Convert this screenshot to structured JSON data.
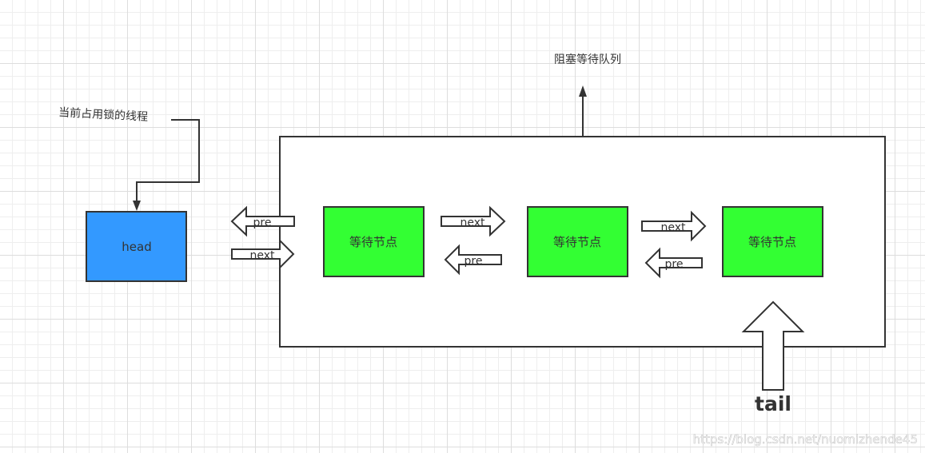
{
  "queue": {
    "label": "阻塞等待队列"
  },
  "current_thread": {
    "label": "当前占用锁的线程"
  },
  "head": {
    "label": "head"
  },
  "tail": {
    "label": "tail"
  },
  "nodes": [
    {
      "label": "等待节点"
    },
    {
      "label": "等待节点"
    },
    {
      "label": "等待节点"
    }
  ],
  "links": {
    "pre": "pre",
    "next": "next"
  },
  "watermark": "https://blog.csdn.net/nuomizhende45",
  "colors": {
    "head_fill": "#3399ff",
    "node_fill": "#33ff33",
    "stroke": "#333333"
  }
}
